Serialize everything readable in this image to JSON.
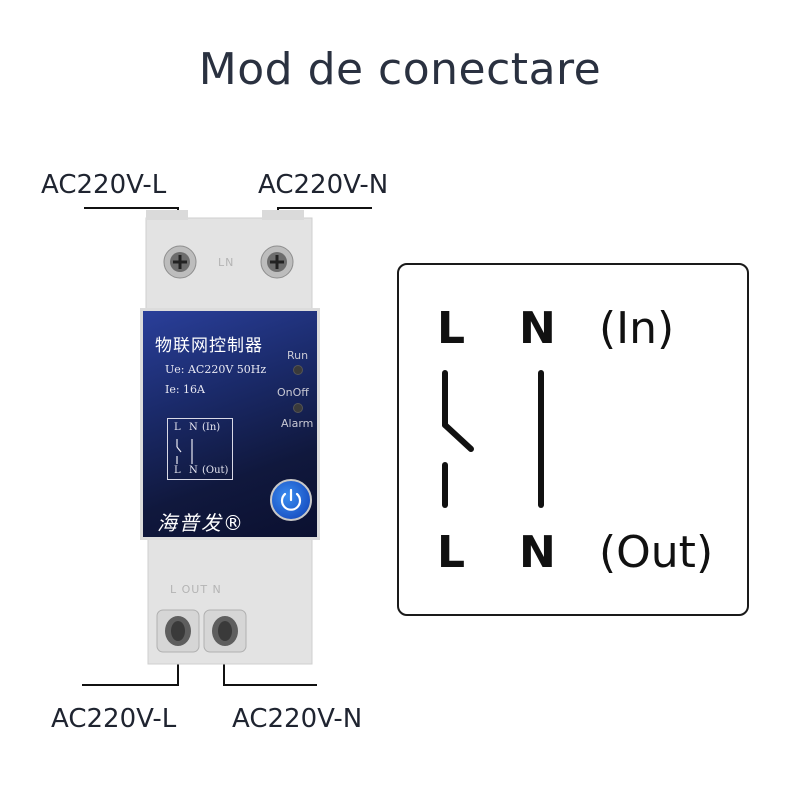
{
  "title": "Mod de conectare",
  "callouts": {
    "top_left": "AC220V-L",
    "top_right": "AC220V-N",
    "bottom_left": "AC220V-L",
    "bottom_right": "AC220V-N"
  },
  "device": {
    "top_terminal_label": "LN",
    "bottom_terminal_label": "L OUT N",
    "panel_title": "物联网控制器",
    "rating_ue": "Ue: AC220V 50Hz",
    "rating_ie": "Ie: 16A",
    "led_labels": [
      "Run",
      "OnOff",
      "Alarm"
    ],
    "mini_diagram": {
      "top_l": "L",
      "top_n": "N",
      "top_tag": "(In)",
      "bottom_l": "L",
      "bottom_n": "N",
      "bottom_tag": "(Out)"
    },
    "brand": "海普发®",
    "power_icon": "power-icon",
    "panel_color": "#1b2b6c",
    "button_color": "#1b55c6"
  },
  "wiring_diagram": {
    "in_l": "L",
    "in_n": "N",
    "in_tag": "(In)",
    "out_l": "L",
    "out_n": "N",
    "out_tag": "(Out)"
  }
}
